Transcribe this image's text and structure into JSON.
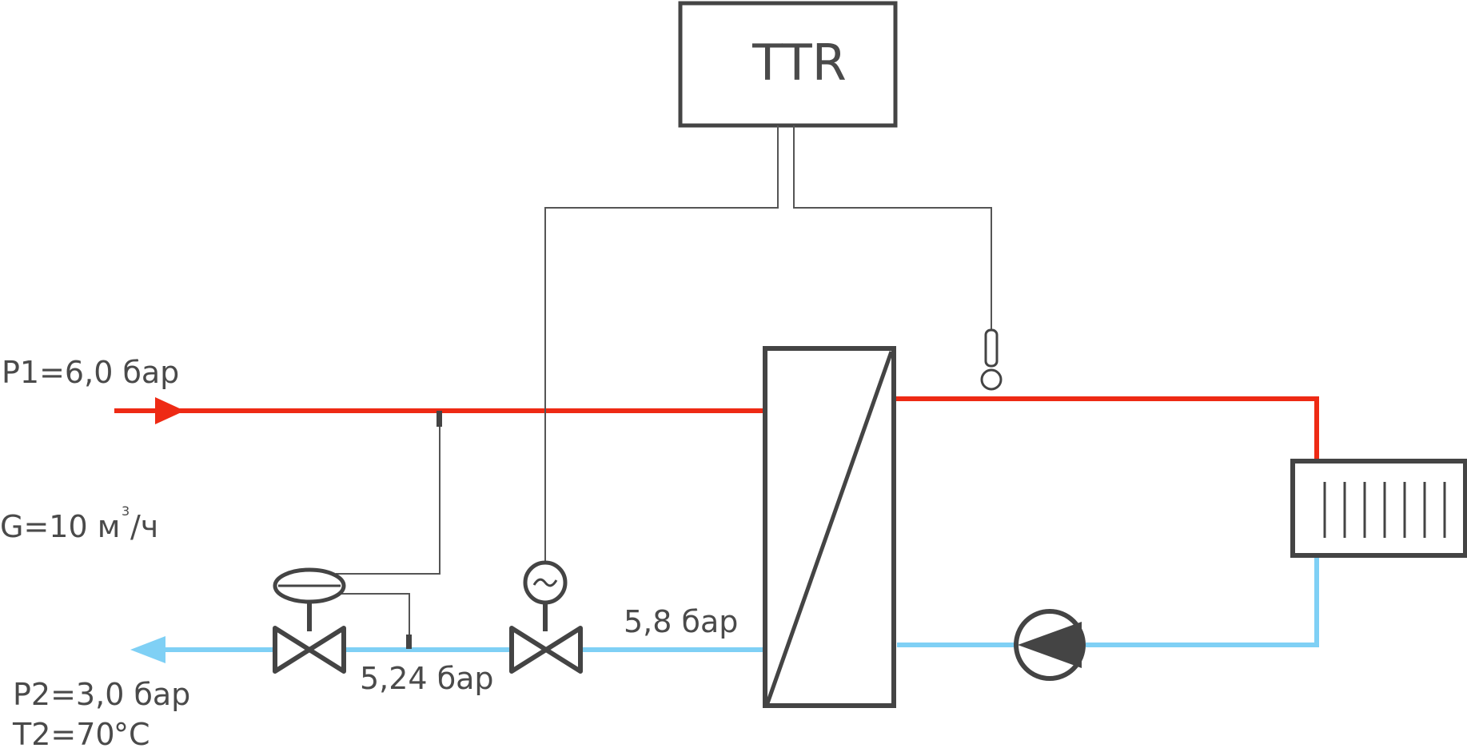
{
  "controller": {
    "label": "TTR"
  },
  "labels": {
    "p1": "P1=6,0 бар",
    "g_prefix": "G=10 м",
    "g_sup": "3",
    "g_suffix": "/ч",
    "p2": "P2=3,0 бар",
    "t2_prefix": "T2=70",
    "t2_unit": "°C",
    "pressure_after_regulator": "5,24 бар",
    "pressure_before_exchanger": "5,8 бар"
  },
  "colors": {
    "supply_hot": "#ee2a14",
    "return_cold": "#7fd0f5",
    "outline": "#444444",
    "signal": "#555555"
  },
  "icons": {
    "inlet": "arrow-right-icon",
    "outlet": "arrow-left-icon",
    "actuator": "motor-actuator-icon",
    "sensor": "temperature-sensor-icon",
    "pump": "pump-icon",
    "exchanger": "heat-exchanger-icon",
    "radiator": "radiator-icon"
  }
}
